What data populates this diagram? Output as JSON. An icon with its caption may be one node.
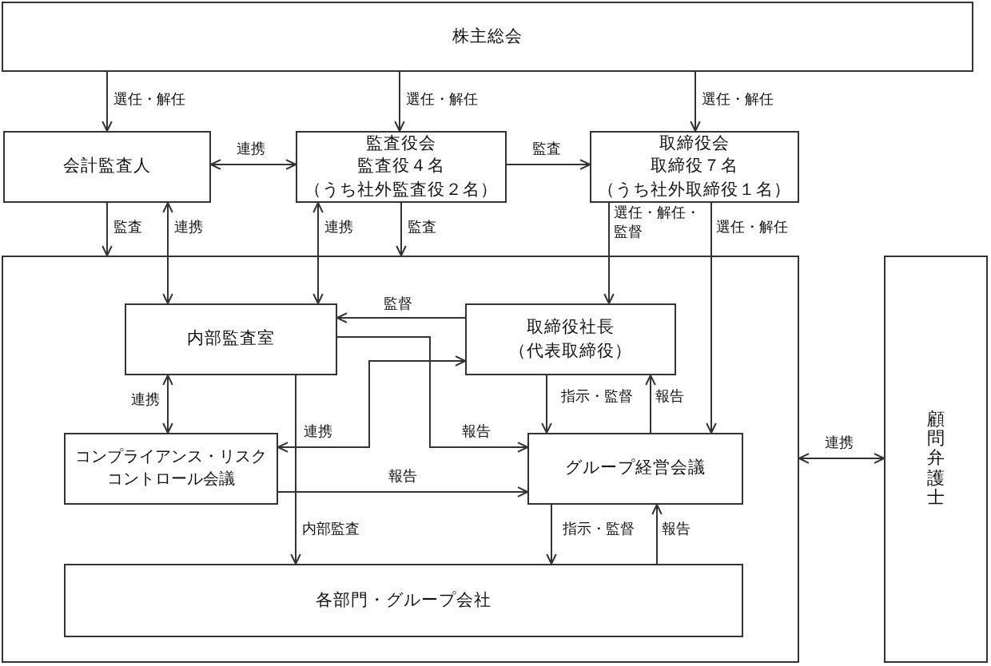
{
  "diagram": {
    "nodes": [
      {
        "text": [
          "株主総会"
        ]
      },
      {
        "text": [
          "会計監査人"
        ]
      },
      {
        "text": [
          "監査役会",
          "監査役４名",
          "（うち社外監査役２名）"
        ]
      },
      {
        "text": [
          "取締役会",
          "取締役７名",
          "（うち社外取締役１名）"
        ]
      },
      {
        "text": [],
        "shape": "box"
      },
      {
        "text": [
          "内部監査室"
        ],
        "in": 4
      },
      {
        "text": [
          "取締役社長",
          "（代表取締役）"
        ],
        "in": 4
      },
      {
        "text": [
          "コンプライアンス・リスクコントロール会議"
        ],
        "in": 4
      },
      {
        "text": [
          "グループ経営会議"
        ],
        "in": 4
      },
      {
        "text": [
          "各部門・グループ会社"
        ],
        "in": 4
      },
      {
        "text": [
          "顧問弁護士"
        ]
      }
    ],
    "edges": [
      {
        "from": 0,
        "to": 1,
        "arrow": "to",
        "label": "選任・解任"
      },
      {
        "from": 0,
        "to": 2,
        "arrow": "to",
        "label": "選任・解任"
      },
      {
        "from": 0,
        "to": 3,
        "arrow": "to",
        "label": "選任・解任"
      },
      {
        "from": 1,
        "to": 2,
        "arrow": "both",
        "label": "連携"
      },
      {
        "from": 2,
        "to": 3,
        "arrow": "to",
        "label": "監査"
      },
      {
        "from": 1,
        "to": 4,
        "arrow": "to",
        "label": "監査"
      },
      {
        "from": 1,
        "to": 5,
        "arrow": "both",
        "label": "連携"
      },
      {
        "from": 2,
        "to": 5,
        "arrow": "both",
        "label": "連携"
      },
      {
        "from": 2,
        "to": 4,
        "arrow": "to",
        "label": "監査"
      },
      {
        "from": 3,
        "to": 6,
        "arrow": "to",
        "label": "選任・解任・監督"
      },
      {
        "from": 3,
        "to": 8,
        "arrow": "to",
        "label": "選任・解任"
      },
      {
        "from": 6,
        "to": 5,
        "arrow": "to",
        "label": "監督"
      },
      {
        "from": 5,
        "to": 8,
        "arrow": "to",
        "label": "報告"
      },
      {
        "from": 5,
        "to": 7,
        "arrow": "both",
        "label": "連携"
      },
      {
        "from": 7,
        "to": 6,
        "arrow": "both",
        "label": "連携"
      },
      {
        "from": 7,
        "to": 8,
        "arrow": "to",
        "label": "報告"
      },
      {
        "from": 5,
        "to": 9,
        "arrow": "to",
        "label": "内部監査"
      },
      {
        "from": 6,
        "to": 8,
        "arrow": "to",
        "label": "指示・監督"
      },
      {
        "from": 8,
        "to": 6,
        "arrow": "to",
        "label": "報告"
      },
      {
        "from": 8,
        "to": 9,
        "arrow": "to",
        "label": "指示・監督"
      },
      {
        "from": 9,
        "to": 8,
        "arrow": "to",
        "label": "報告"
      },
      {
        "from": 4,
        "to": 10,
        "arrow": "both",
        "label": "連携"
      }
    ]
  }
}
